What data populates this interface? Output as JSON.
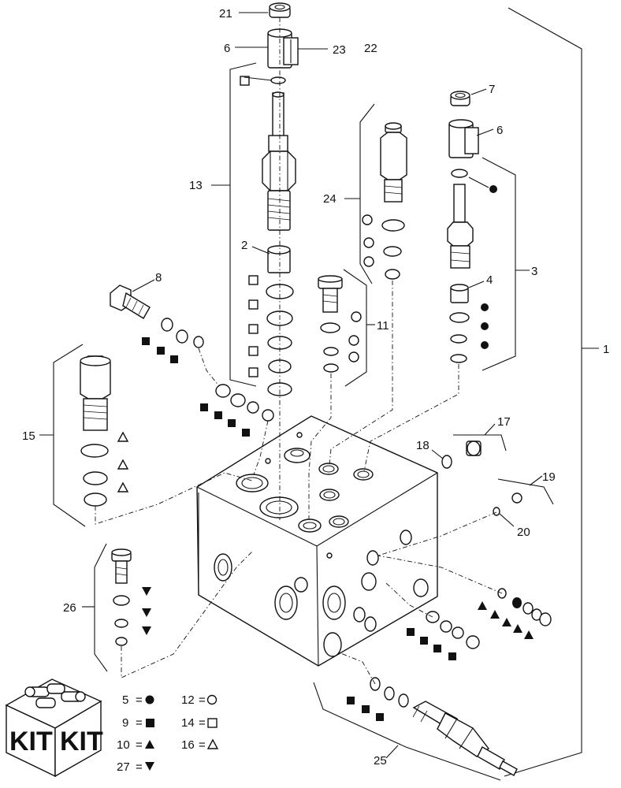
{
  "callouts": {
    "c21": "21",
    "c6a": "6",
    "c23": "23",
    "c22": "22",
    "c13": "13",
    "c24": "24",
    "c7": "7",
    "c6b": "6",
    "c3": "3",
    "c2": "2",
    "c4": "4",
    "c8": "8",
    "c11": "11",
    "c1": "1",
    "c15": "15",
    "c17": "17",
    "c18": "18",
    "c19": "19",
    "c20": "20",
    "c26": "26",
    "c25": "25"
  },
  "legend": {
    "rows": [
      {
        "key": "5",
        "eq": "=",
        "symbol": "filled-circle"
      },
      {
        "key": "12",
        "eq": "=",
        "symbol": "open-circle"
      },
      {
        "key": "9",
        "eq": "=",
        "symbol": "filled-square"
      },
      {
        "key": "14",
        "eq": "=",
        "symbol": "open-square"
      },
      {
        "key": "10",
        "eq": "=",
        "symbol": "filled-triangle"
      },
      {
        "key": "16",
        "eq": "=",
        "symbol": "open-triangle"
      },
      {
        "key": "27",
        "eq": "=",
        "symbol": "filled-down-triangle"
      }
    ]
  },
  "kit_box": {
    "left_label": "KIT",
    "right_label": "KIT"
  }
}
